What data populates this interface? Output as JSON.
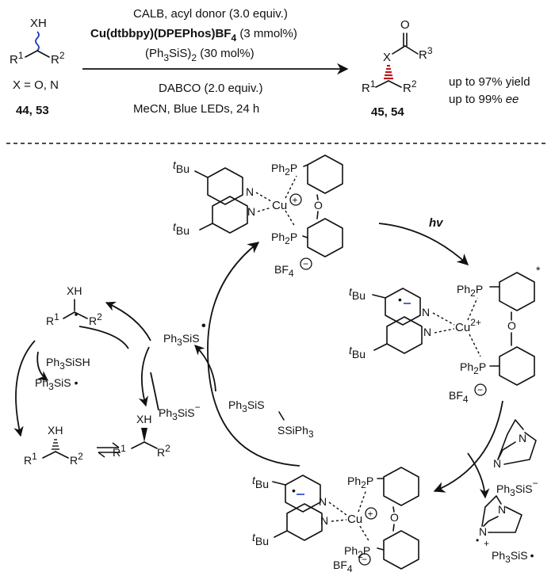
{
  "reaction": {
    "substrate_group": "XH",
    "substrate_r1": "R",
    "substrate_r1_sup": "1",
    "substrate_r2": "R",
    "substrate_r2_sup": "2",
    "substrate_x": "X = O, N",
    "substrate_ids": "44, 53",
    "cond_line1": "CALB, acyl donor (3.0 equiv.)",
    "cond_line2_bold": "Cu(dtbbpy)(DPEPhos)BF",
    "cond_line2_sub": "4",
    "cond_line2_rest": " (3 mmol%)",
    "cond_line3_pre": "(Ph",
    "cond_line3_sub": "3",
    "cond_line3_mid": "SiS)",
    "cond_line3_sub2": "2",
    "cond_line3_rest": " (30 mol%)",
    "cond_line4": "DABCO (2.0 equiv.)",
    "cond_line5": "MeCN, Blue LEDs, 24 h",
    "product_o": "O",
    "product_x": "X",
    "product_r3": "R",
    "product_r3_sup": "3",
    "product_ids": "45, 54",
    "yield_text": "up to 97% yield",
    "ee_text_pre": "up to 99% ",
    "ee_text_it": "ee"
  },
  "cycle": {
    "tbu": "Bu",
    "tbu_t": "t",
    "n": "N",
    "cu": "Cu",
    "cu2plus": "2+",
    "ph2p": "Ph",
    "ph2p_sub": "2",
    "ph2p_p": "P",
    "o": "O",
    "bf4": "BF",
    "bf4_sub": "4",
    "hv": "hv",
    "star": "*",
    "ph3sis_pre": "Ph",
    "ph3sis_sub": "3",
    "ph3sis_rest": "SiS",
    "ph3sish_rest": "SiSH",
    "disulfide_left": "Ph",
    "disulfide_left_sub": "3",
    "disulfide_left_rest": "SiS",
    "disulfide_right": "SSiPh",
    "disulfide_right_sub": "3",
    "xh": "XH",
    "minus": "−",
    "plus": "+",
    "dot": "•"
  }
}
